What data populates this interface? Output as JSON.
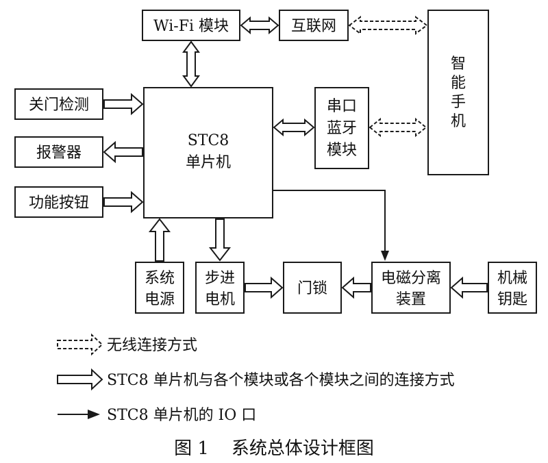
{
  "blocks": {
    "wifi": "Wi-Fi 模块",
    "internet": "互联网",
    "phone": [
      "智",
      "能",
      "手",
      "机"
    ],
    "mcu": [
      "STC8",
      "单片机"
    ],
    "door_detect": "关门检测",
    "alarm": "报警器",
    "func_button": "功能按钮",
    "bluetooth": [
      "串口",
      "蓝牙",
      "模块"
    ],
    "power": [
      "系统",
      "电源"
    ],
    "stepper": [
      "步进",
      "电机"
    ],
    "lock": "门锁",
    "em_sep": [
      "电磁分离",
      "装置"
    ],
    "mech_key": [
      "机械",
      "钥匙"
    ]
  },
  "legend": {
    "wireless": "无线连接方式",
    "module_link": "STC8 单片机与各个模块或各个模块之间的连接方式",
    "io": "STC8 单片机的 IO 口"
  },
  "caption": "图 1    系统总体设计框图"
}
